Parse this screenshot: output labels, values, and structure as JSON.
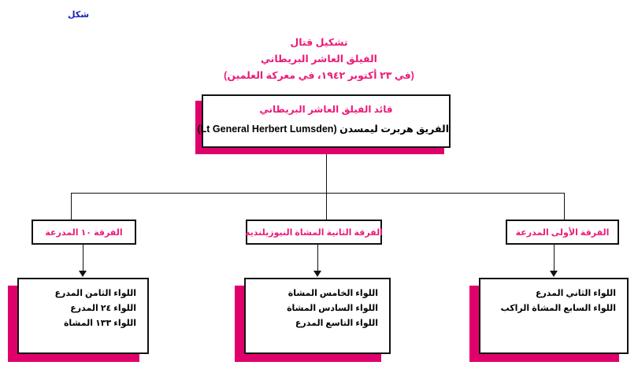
{
  "figure": {
    "label": "شكل",
    "color": "#1a24b8"
  },
  "heading": {
    "line1": "تشكيل قتال",
    "line2": "الفيلق العاشر البريطاني",
    "line3": "(في ٢٣ أكتوبر ١٩٤٢، في معركة العلمين)",
    "color": "#ec1b79"
  },
  "commander": {
    "title": "قائد الفيلق العاشر البريطاني",
    "name": "الفريق هربرت ليمسدن (Lt General  Herbert Lumsden)"
  },
  "divisions": [
    {
      "label": "الفرقة ١٠ المدرعة",
      "brigades": [
        "اللواء الثامن المدرع",
        "اللواء ٢٤ المدرع",
        "اللواء ١٣٣ المشاة"
      ]
    },
    {
      "label": "الفرقة الثانية المشاة النيوزيلندية",
      "brigades": [
        "اللواء الخامس المشاة",
        "اللواء السادس المشاة",
        "اللواء التاسع المدرع"
      ]
    },
    {
      "label": "الفرقة الأولى المدرعة",
      "brigades": [
        "اللواء الثاني المدرع",
        "اللواء السابع المشاة الراكب"
      ]
    }
  ],
  "colors": {
    "accent_pink": "#ec1b79",
    "shadow_magenta": "#e0006b",
    "box_border": "#111111",
    "figure_blue": "#1a24b8"
  }
}
